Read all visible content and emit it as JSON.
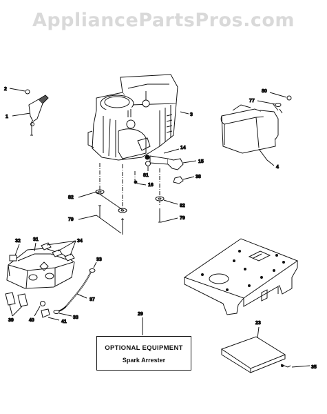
{
  "watermark": "AppliancePartsPros.com",
  "optional_box": {
    "title": "OPTIONAL EQUIPMENT",
    "subtitle": "Spark Arrester"
  },
  "callouts": {
    "c2": "2",
    "c1": "1",
    "c3": "3",
    "c80": "80",
    "c77": "77",
    "c4": "4",
    "c14": "14",
    "c15": "15",
    "c81": "81",
    "c38": "38",
    "c16": "16",
    "c82a": "82",
    "c82b": "82",
    "c79a": "79",
    "c79b": "79",
    "c32": "32",
    "c31": "31",
    "c34": "34",
    "c33a": "33",
    "c33b": "33",
    "c37": "37",
    "c39": "39",
    "c40": "40",
    "c41": "41",
    "c29": "29",
    "c23": "23",
    "c35": "35"
  }
}
